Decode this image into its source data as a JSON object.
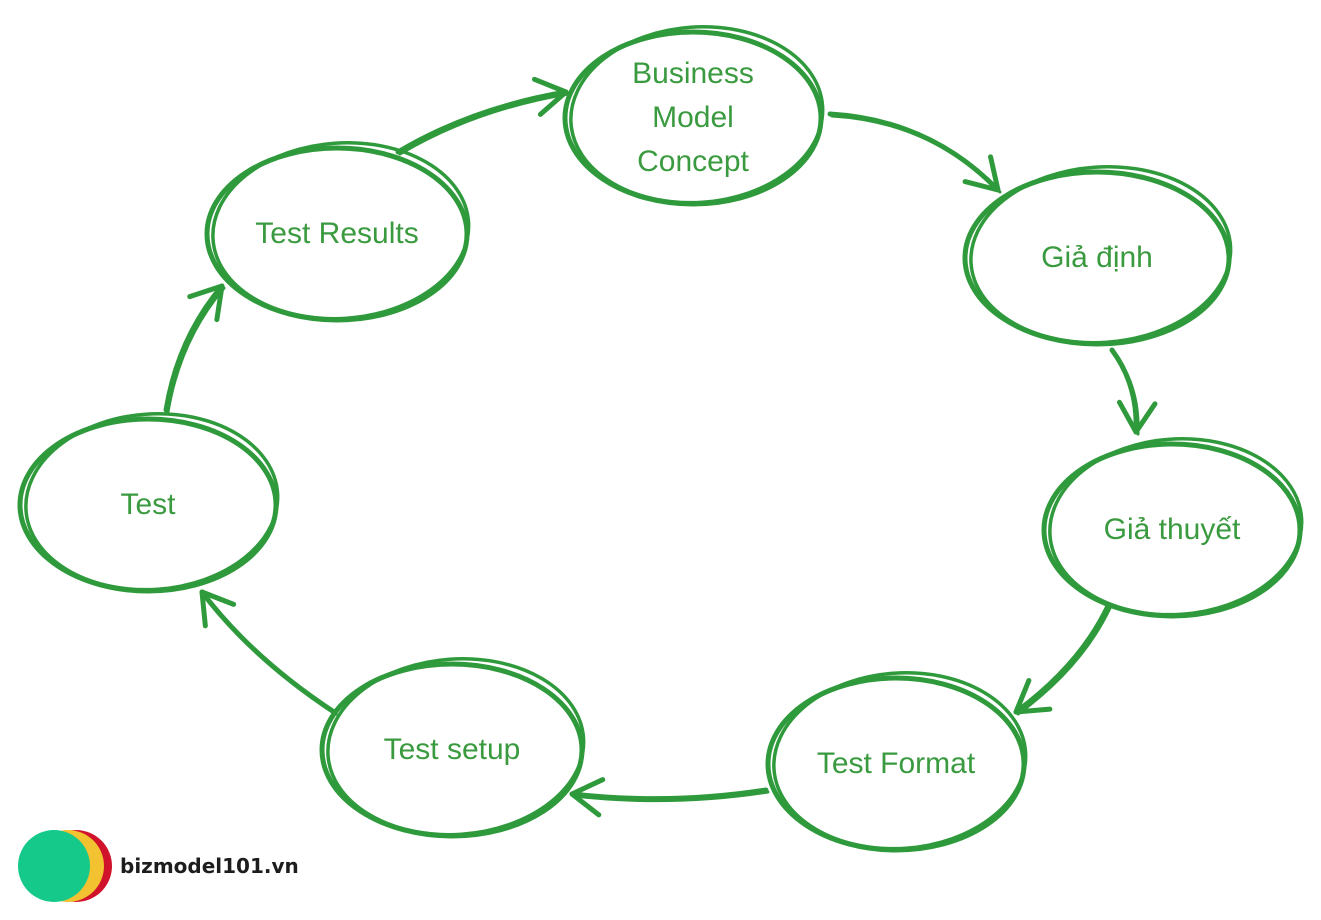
{
  "colors": {
    "stroke": "#2f9a3c",
    "text": "#3a9a3f",
    "logo_green": "#14c98a",
    "logo_yellow": "#f2c230",
    "logo_red": "#d0122b"
  },
  "nodes": [
    {
      "id": "business-model-concept",
      "lines": [
        "Business",
        "Model",
        "Concept"
      ]
    },
    {
      "id": "gia-dinh",
      "lines": [
        "Giả định"
      ]
    },
    {
      "id": "gia-thuyet",
      "lines": [
        "Giả thuyết"
      ]
    },
    {
      "id": "test-format",
      "lines": [
        "Test Format"
      ]
    },
    {
      "id": "test-setup",
      "lines": [
        "Test setup"
      ]
    },
    {
      "id": "test",
      "lines": [
        "Test"
      ]
    },
    {
      "id": "test-results",
      "lines": [
        "Test Results"
      ]
    }
  ],
  "edges": [
    {
      "from": "business-model-concept",
      "to": "gia-dinh"
    },
    {
      "from": "gia-dinh",
      "to": "gia-thuyet"
    },
    {
      "from": "gia-thuyet",
      "to": "test-format"
    },
    {
      "from": "test-format",
      "to": "test-setup"
    },
    {
      "from": "test-setup",
      "to": "test"
    },
    {
      "from": "test",
      "to": "test-results"
    },
    {
      "from": "test-results",
      "to": "business-model-concept"
    }
  ],
  "brand": {
    "text": "bizmodel101.vn"
  }
}
